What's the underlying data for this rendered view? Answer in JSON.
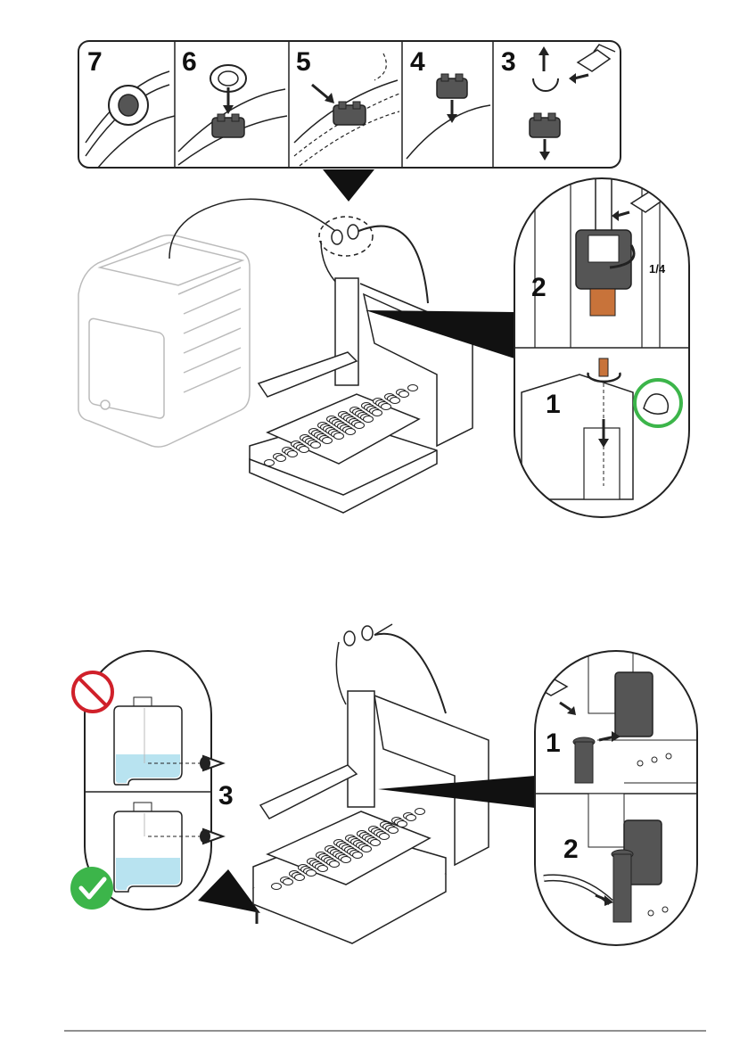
{
  "figure_top": {
    "strip_steps": [
      "7",
      "6",
      "5",
      "4",
      "3"
    ],
    "inset_steps": [
      "2",
      "1"
    ],
    "rotation_label": "1/4"
  },
  "figure_bottom": {
    "bottle_step": "3",
    "inset_steps": [
      "1",
      "2"
    ],
    "status_icons": [
      "prohibited-icon",
      "check-icon"
    ]
  },
  "colors": {
    "line": "#222222",
    "device_line": "#bbbbbb",
    "part_gray": "#555555",
    "copper": "#c8733a",
    "liquid": "#b8e3f0",
    "green": "#3cb54a",
    "red": "#d0202a"
  }
}
